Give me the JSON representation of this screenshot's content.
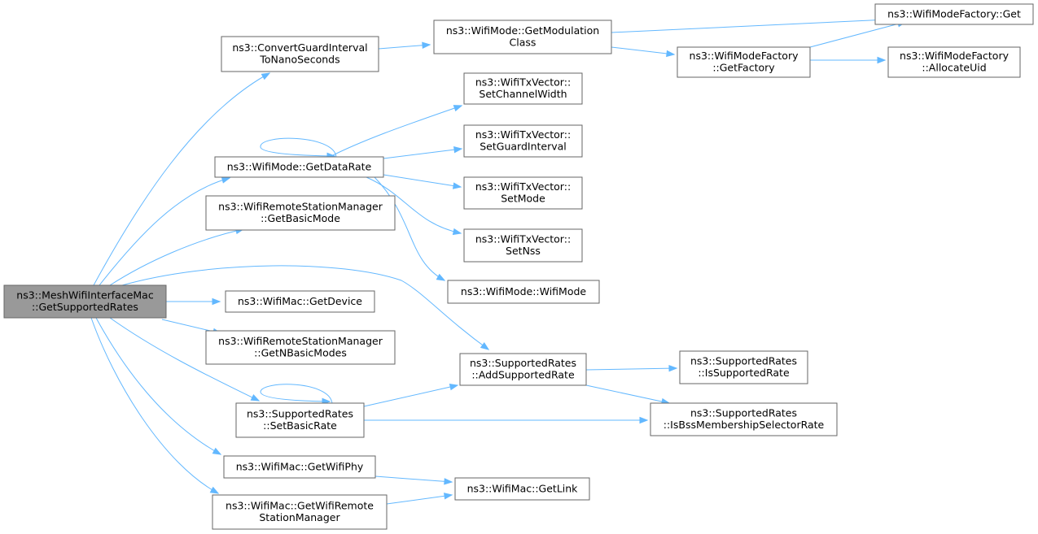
{
  "diagram": {
    "type": "call-graph",
    "colors": {
      "edge": "#63b8ff",
      "node_border": "#666666",
      "root_fill": "#999999",
      "node_fill": "#ffffff"
    },
    "nodes": [
      {
        "id": "root",
        "lines": [
          "ns3::MeshWifiInterfaceMac",
          "::GetSupportedRates"
        ],
        "root": true
      },
      {
        "id": "convert",
        "lines": [
          "ns3::ConvertGuardInterval",
          "ToNanoSeconds"
        ]
      },
      {
        "id": "getmodclass",
        "lines": [
          "ns3::WifiMode::GetModulation",
          "Class"
        ]
      },
      {
        "id": "factoryget",
        "lines": [
          "ns3::WifiModeFactory::Get"
        ]
      },
      {
        "id": "getfactory",
        "lines": [
          "ns3::WifiModeFactory",
          "::GetFactory"
        ]
      },
      {
        "id": "allocuid",
        "lines": [
          "ns3::WifiModeFactory",
          "::AllocateUid"
        ]
      },
      {
        "id": "setchw",
        "lines": [
          "ns3::WifiTxVector::",
          "SetChannelWidth"
        ]
      },
      {
        "id": "setgi",
        "lines": [
          "ns3::WifiTxVector::",
          "SetGuardInterval"
        ]
      },
      {
        "id": "getdatarate",
        "lines": [
          "ns3::WifiMode::GetDataRate"
        ]
      },
      {
        "id": "setmode",
        "lines": [
          "ns3::WifiTxVector::",
          "SetMode"
        ]
      },
      {
        "id": "getbasicmode",
        "lines": [
          "ns3::WifiRemoteStationManager",
          "::GetBasicMode"
        ]
      },
      {
        "id": "setnss",
        "lines": [
          "ns3::WifiTxVector::",
          "SetNss"
        ]
      },
      {
        "id": "wifimode",
        "lines": [
          "ns3::WifiMode::WifiMode"
        ]
      },
      {
        "id": "getdevice",
        "lines": [
          "ns3::WifiMac::GetDevice"
        ]
      },
      {
        "id": "getnbasic",
        "lines": [
          "ns3::WifiRemoteStationManager",
          "::GetNBasicModes"
        ]
      },
      {
        "id": "addsupported",
        "lines": [
          "ns3::SupportedRates",
          "::AddSupportedRate"
        ]
      },
      {
        "id": "issupported",
        "lines": [
          "ns3::SupportedRates",
          "::IsSupportedRate"
        ]
      },
      {
        "id": "setbasic",
        "lines": [
          "ns3::SupportedRates",
          "::SetBasicRate"
        ]
      },
      {
        "id": "isbss",
        "lines": [
          "ns3::SupportedRates",
          "::IsBssMembershipSelectorRate"
        ]
      },
      {
        "id": "getwifiphy",
        "lines": [
          "ns3::WifiMac::GetWifiPhy"
        ]
      },
      {
        "id": "getlink",
        "lines": [
          "ns3::WifiMac::GetLink"
        ]
      },
      {
        "id": "getrsm",
        "lines": [
          "ns3::WifiMac::GetWifiRemote",
          "StationManager"
        ]
      }
    ],
    "edges": [
      {
        "from": "root",
        "to": "convert"
      },
      {
        "from": "root",
        "to": "getdatarate"
      },
      {
        "from": "root",
        "to": "getbasicmode"
      },
      {
        "from": "root",
        "to": "addsupported"
      },
      {
        "from": "root",
        "to": "getdevice"
      },
      {
        "from": "root",
        "to": "getnbasic"
      },
      {
        "from": "root",
        "to": "setbasic"
      },
      {
        "from": "root",
        "to": "getwifiphy"
      },
      {
        "from": "root",
        "to": "getrsm"
      },
      {
        "from": "convert",
        "to": "getmodclass"
      },
      {
        "from": "getmodclass",
        "to": "factoryget"
      },
      {
        "from": "getmodclass",
        "to": "getfactory"
      },
      {
        "from": "getfactory",
        "to": "factoryget"
      },
      {
        "from": "getfactory",
        "to": "allocuid"
      },
      {
        "from": "getdatarate",
        "to": "getdatarate"
      },
      {
        "from": "getdatarate",
        "to": "setchw"
      },
      {
        "from": "getdatarate",
        "to": "setgi"
      },
      {
        "from": "getdatarate",
        "to": "setmode"
      },
      {
        "from": "getdatarate",
        "to": "setnss"
      },
      {
        "from": "getdatarate",
        "to": "wifimode"
      },
      {
        "from": "addsupported",
        "to": "issupported"
      },
      {
        "from": "addsupported",
        "to": "isbss"
      },
      {
        "from": "setbasic",
        "to": "setbasic"
      },
      {
        "from": "setbasic",
        "to": "addsupported"
      },
      {
        "from": "setbasic",
        "to": "isbss"
      },
      {
        "from": "getwifiphy",
        "to": "getlink"
      },
      {
        "from": "getrsm",
        "to": "getlink"
      }
    ]
  }
}
